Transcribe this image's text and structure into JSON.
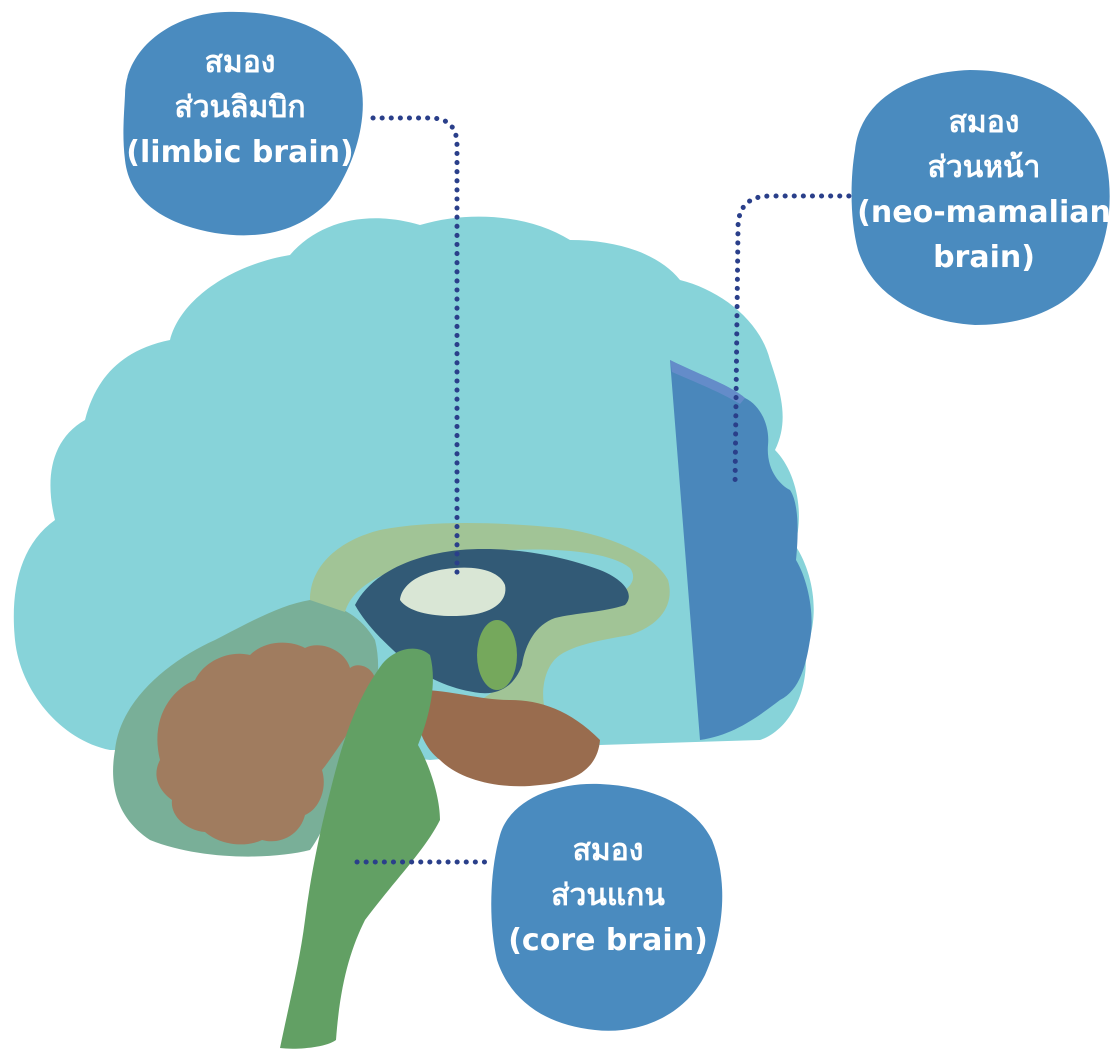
{
  "colors": {
    "cortex": "#87d3d9",
    "frontal": "#4a87bb",
    "limbic_arc": "#a1c496",
    "limbic_core": "#325a76",
    "thalamus_light": "#d9e6d5",
    "amygdala": "#75a85c",
    "cerebellum_outer": "#79af98",
    "cerebellum_inner": "#a07c5f",
    "brainstem": "#62a064",
    "pons": "#996c4e",
    "bubble": "#4a8bbf",
    "leader": "#2a3f8a"
  },
  "labels": {
    "limbic": {
      "line1": "สมอง",
      "line2": "ส่วนลิมบิก",
      "line3": "(limbic brain)"
    },
    "neo": {
      "line1": "สมอง",
      "line2": "ส่วนหน้า",
      "line3": "(neo-mamalian",
      "line4": "brain)"
    },
    "core": {
      "line1": "สมอง",
      "line2": "ส่วนแกน",
      "line3": "(core brain)"
    }
  }
}
